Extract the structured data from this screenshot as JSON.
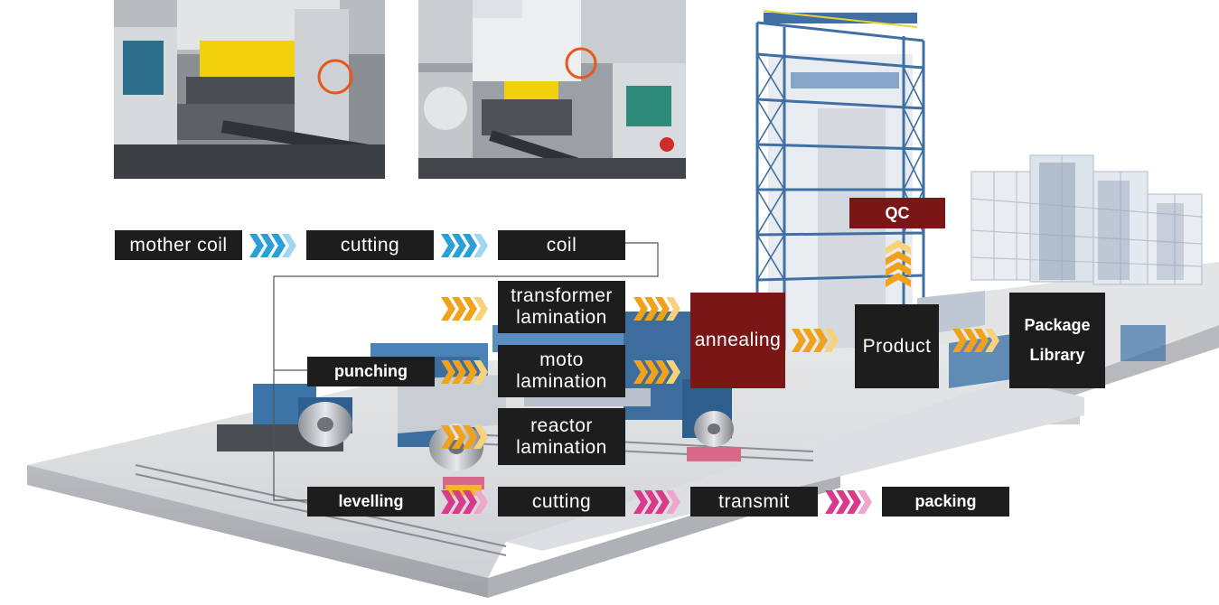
{
  "colors": {
    "box_dark": "#1d1d1d",
    "box_red": "#7b1616",
    "arrow_blue": "#2a9fd8",
    "arrow_orange": "#f0a21c",
    "arrow_magenta": "#d93a8c",
    "frame_blue": "#3f6fa3",
    "floor": "#d9dbde"
  },
  "icons": {
    "press_photo_1": "punch-press-machine-photo",
    "press_photo_2": "punch-press-machine-photo",
    "arrows": "chevron-arrows-icon"
  },
  "steps": {
    "mother_coil": "mother coil",
    "cutting_top": "cutting",
    "coil": "coil",
    "transformer_line1": "transformer",
    "transformer_line2": "lamination",
    "moto_line1": "moto",
    "moto_line2": "lamination",
    "reactor_line1": "reactor",
    "reactor_line2": "lamination",
    "punching": "punching",
    "levelling": "levelling",
    "cutting_bottom": "cutting",
    "transmit": "transmit",
    "packing": "packing",
    "annealing": "annealing",
    "qc": "QC",
    "product": "Product",
    "package_line1": "Package",
    "package_line2": "Library"
  }
}
